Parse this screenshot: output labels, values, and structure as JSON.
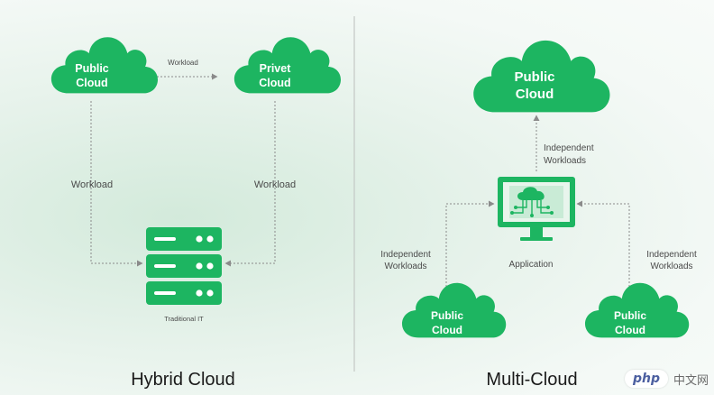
{
  "colors": {
    "green": "#1db561",
    "dark_green": "#158a48",
    "line": "#8a8a8a",
    "divider": "#c4c8c5"
  },
  "hybrid": {
    "title": "Hybrid Cloud",
    "public_cloud": {
      "line1": "Public",
      "line2": "Cloud"
    },
    "private_cloud": {
      "line1": "Privet",
      "line2": "Cloud"
    },
    "top_link_label": "Workload",
    "left_link_label": "Workload",
    "right_link_label": "Workload",
    "server_label": "Traditional IT"
  },
  "multi": {
    "title": "Multi-Cloud",
    "top_cloud": {
      "line1": "Public",
      "line2": "Cloud"
    },
    "bottom_left_cloud": {
      "line1": "Public",
      "line2": "Cloud"
    },
    "bottom_right_cloud": {
      "line1": "Public",
      "line2": "Cloud"
    },
    "top_link_label": {
      "line1": "Independent",
      "line2": "Workloads"
    },
    "left_link_label": {
      "line1": "Independent",
      "line2": "Workloads"
    },
    "right_link_label": {
      "line1": "Independent",
      "line2": "Workloads"
    },
    "application_label": "Application"
  },
  "watermark": {
    "badge": "php",
    "text": "中文网"
  }
}
